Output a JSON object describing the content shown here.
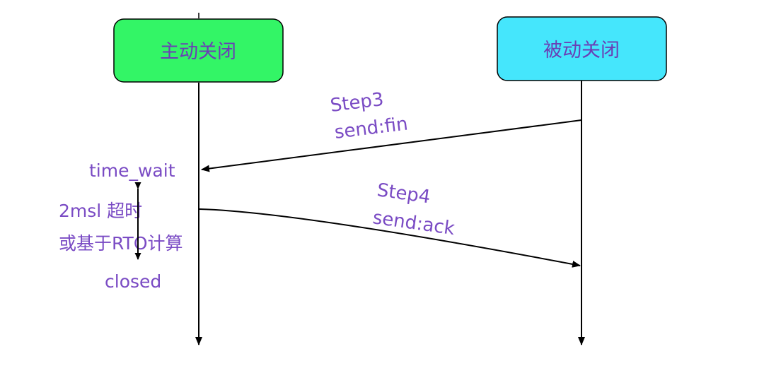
{
  "colors": {
    "active_fill": "#33f566",
    "passive_fill": "#45e6fc",
    "text": "#7a4bc4",
    "line": "#000000"
  },
  "participants": {
    "active": {
      "label": "主动关闭"
    },
    "passive": {
      "label": "被动关闭"
    }
  },
  "messages": {
    "fin": {
      "line1": "Step3",
      "line2": "send:fin"
    },
    "ack": {
      "line1": "Step4",
      "line2": "send:ack"
    }
  },
  "states": {
    "time_wait": "time_wait",
    "timeout_line1": "2msl 超时",
    "timeout_line2": "或基于RTO计算",
    "closed": "closed"
  }
}
